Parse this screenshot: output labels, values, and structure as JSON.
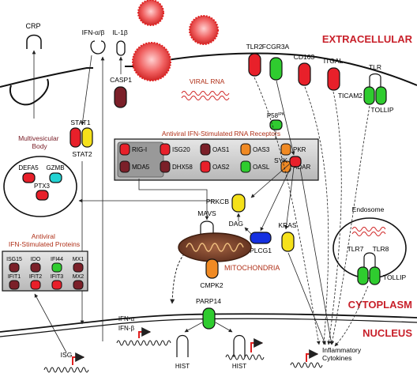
{
  "regions": {
    "extracellular": "EXTRACELLULAR",
    "cytoplasm": "CYTOPLASM",
    "nucleus": "NUCLEUS"
  },
  "labels": {
    "crp": "CRP",
    "ifn_ab": "IFN-α/β",
    "il1b": "IL-1β",
    "casp1": "CASP1",
    "tlr2": "TLR2",
    "fcgr3a": "FCGR3A",
    "cd163": "CD163",
    "itgal": "ITGAL",
    "tlr": "TLR",
    "ticam2": "TICAM2",
    "tollip_top": "TOLLIP",
    "viral_rna": "VIRAL RNA",
    "p58_main": "P58",
    "p58_sup": "IPK",
    "receptors_title": "Antiviral IFN-Stimulated RNA Receptors",
    "stat1": "STAT1",
    "stat2": "STAT2",
    "mvb": "Multivesicular\nBody",
    "syk": "SYK",
    "defa5": "DEFA5",
    "gzmb": "GZMB",
    "ptx3": "PTX3",
    "prkcb": "PRKCB",
    "mavs": "MAVS",
    "dag": "DAG",
    "plcg1": "PLCG1",
    "kras": "KRAS",
    "mitochondria": "MITOCHONDRIA",
    "cmpk2": "CMPK2",
    "proteins_title": "Antiviral\nIFN-Stimulated Proteins",
    "endosome": "Endosome",
    "tlr7": "TLR7",
    "tlr8": "TLR8",
    "tollip_endo": "TOLLIP",
    "parp14": "PARP14",
    "ifna": "IFN-α",
    "ifnb": "IFN-β",
    "hist1": "HIST",
    "hist2": "HIST",
    "isg": "ISG",
    "inflammatory": "Inflammatory\nCytokines"
  },
  "receptors": [
    {
      "label": "RIG-I",
      "color": "#e8202a"
    },
    {
      "label": "ISG20",
      "color": "#e8202a"
    },
    {
      "label": "OAS1",
      "color": "#7b2029"
    },
    {
      "label": "OAS3",
      "color": "#f08a24"
    },
    {
      "label": "PKR",
      "color": "#f08a24"
    },
    {
      "label": "MDA5",
      "color": "#7b2029"
    },
    {
      "label": "DHX58",
      "color": "#7b2029"
    },
    {
      "label": "OAS2",
      "color": "#e8202a"
    },
    {
      "label": "OASL",
      "color": "#2fcc2f"
    },
    {
      "label": "ADAR",
      "color": "#f08a24"
    }
  ],
  "proteins": [
    {
      "label": "ISG15",
      "color": "#7b2029"
    },
    {
      "label": "IDO",
      "color": "#7b2029"
    },
    {
      "label": "IFI44",
      "color": "#2fcc2f"
    },
    {
      "label": "MX1",
      "color": "#7b2029"
    },
    {
      "label": "IFIT1",
      "color": "#7b2029"
    },
    {
      "label": "IFIT2",
      "color": "#e8202a"
    },
    {
      "label": "IFIT3",
      "color": "#e8202a"
    },
    {
      "label": "MX2",
      "color": "#7b2029"
    }
  ],
  "colors": {
    "red": "#e8202a",
    "darkred": "#7b2029",
    "green": "#2fcc2f",
    "orange": "#f08a24",
    "yellow": "#f5e11a",
    "cyan": "#22d3d3",
    "blue": "#1530e0",
    "region": "#c8202a",
    "subtitle": "#b03018"
  }
}
